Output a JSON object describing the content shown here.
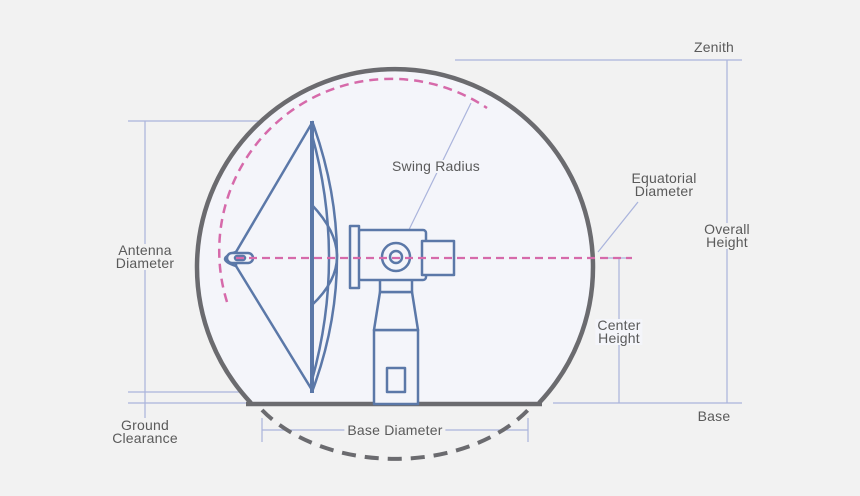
{
  "labels": {
    "zenith": "Zenith",
    "swing_radius": "Swing Radius",
    "equatorial_diameter": "Equatorial\nDiameter",
    "overall_height": "Overall\nHeight",
    "antenna_diameter": "Antenna\nDiameter",
    "center_height": "Center\nHeight",
    "ground_clearance": "Ground\nClearance",
    "base_diameter": "Base Diameter",
    "base": "Base"
  },
  "colors": {
    "background": "#f2f2f2",
    "radome_fill": "#f4f5fa",
    "radome_stroke": "#6b6b6f",
    "antenna_stroke": "#5b78a8",
    "swing_dash": "#d66aaa",
    "dimension_line": "#aab4dc",
    "label_text": "#5a5a5a"
  }
}
